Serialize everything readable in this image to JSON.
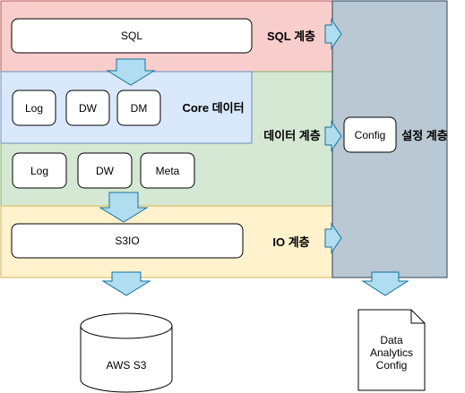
{
  "layers": {
    "sql": {
      "label": "SQL 계층",
      "box": "SQL"
    },
    "core": {
      "label": "Core 데이터",
      "boxes": [
        "Log",
        "DW",
        "DM"
      ]
    },
    "data": {
      "label": "데이터 계층",
      "boxes": [
        "Log",
        "DW",
        "Meta"
      ]
    },
    "io": {
      "label": "IO 계층",
      "box": "S3IO"
    },
    "config": {
      "label": "설정 계층",
      "box": "Config"
    }
  },
  "storage": {
    "aws": "AWS S3"
  },
  "config_document": {
    "lines": [
      "Data",
      "Analytics",
      "Config"
    ]
  },
  "colors": {
    "sql_fill": "#f8cecc",
    "sql_stroke": "#b85450",
    "core_fill": "#dae8fc",
    "core_stroke": "#6c8ebf",
    "data_fill": "#d5e8d4",
    "data_stroke": "#82b366",
    "io_fill": "#fff2cc",
    "io_stroke": "#d6b656",
    "config_fill": "#bac8d3",
    "config_stroke": "#23445d",
    "arrow_fill": "#b1ddf0",
    "arrow_stroke": "#10739e"
  }
}
